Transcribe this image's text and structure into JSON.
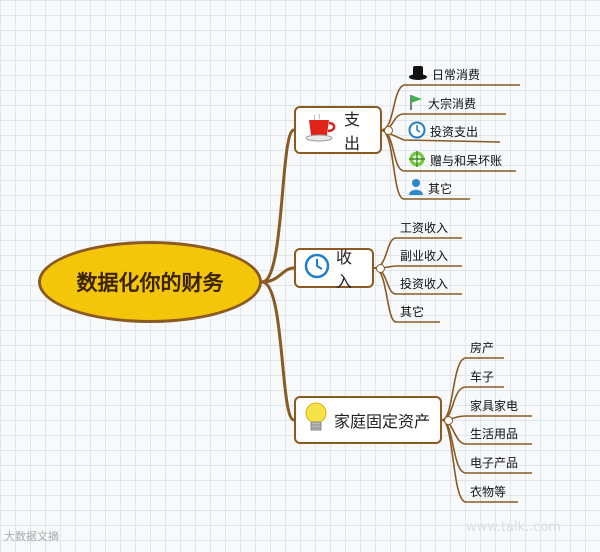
{
  "root": {
    "label": "数据化你的财务"
  },
  "branches": [
    {
      "id": "expense",
      "label": "支出",
      "icon": "teacup-icon",
      "children": [
        {
          "label": "日常消费",
          "icon": "top-hat-icon"
        },
        {
          "label": "大宗消费",
          "icon": "flag-icon"
        },
        {
          "label": "投资支出",
          "icon": "clock-icon"
        },
        {
          "label": "赠与和呆坏账",
          "icon": "target-icon"
        },
        {
          "label": "其它",
          "icon": "person-icon"
        }
      ]
    },
    {
      "id": "income",
      "label": "收入",
      "icon": "clock-icon",
      "children": [
        {
          "label": "工资收入"
        },
        {
          "label": "副业收入"
        },
        {
          "label": "投资收入"
        },
        {
          "label": "其它"
        }
      ]
    },
    {
      "id": "assets",
      "label": "家庭固定资产",
      "icon": "lightbulb-icon",
      "children": [
        {
          "label": "房产"
        },
        {
          "label": "车子"
        },
        {
          "label": "家具家电"
        },
        {
          "label": "生活用品"
        },
        {
          "label": "电子产品"
        },
        {
          "label": "衣物等"
        }
      ]
    }
  ],
  "watermarks": {
    "left": "大数据文摘",
    "right": "www.talk..com"
  },
  "colors": {
    "line": "#8a5a22",
    "root_fill": "#f4c60a",
    "grid": "#dde6ef"
  }
}
